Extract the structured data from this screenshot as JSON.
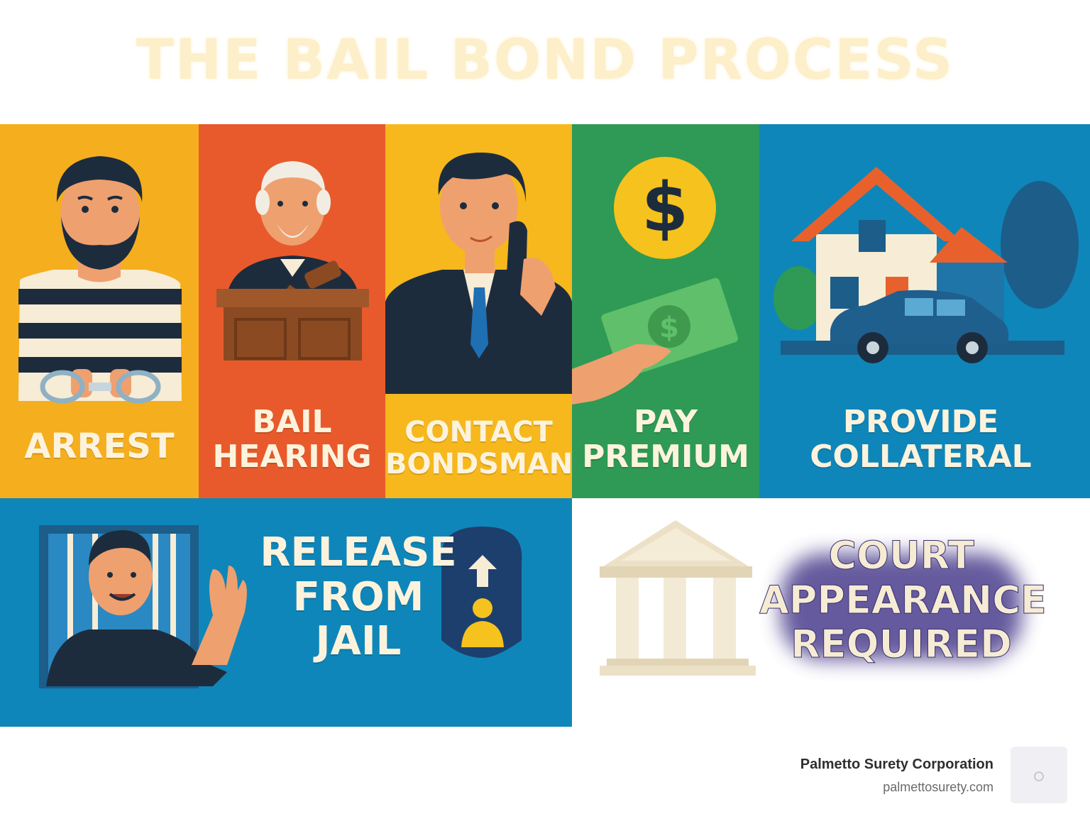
{
  "title": "THE BAIL BOND PROCESS",
  "colors": {
    "orange_yellow": "#f5ae1e",
    "red_orange": "#e85a2c",
    "yellow": "#f6b81d",
    "green": "#2e9a55",
    "blue": "#0f86b9",
    "cream": "#fdf3dd",
    "purple": "#4a3e8c"
  },
  "steps": [
    {
      "lines": [
        "ARREST"
      ],
      "icon": "handcuffed-prisoner-icon"
    },
    {
      "lines": [
        "BAIL",
        "HEARING"
      ],
      "icon": "judge-gavel-icon"
    },
    {
      "lines": [
        "CONTACT",
        "BONDSMAN"
      ],
      "icon": "bondsman-phone-icon"
    },
    {
      "lines": [
        "PAY",
        "PREMIUM"
      ],
      "icon": "dollar-cash-icon"
    },
    {
      "lines": [
        "PROVIDE",
        "COLLATERAL"
      ],
      "icon": "house-car-icon"
    },
    {
      "lines": [
        "RELEASE",
        "FROM",
        "JAIL"
      ],
      "icon": "released-man-icon"
    },
    {
      "lines": [
        "COURT",
        "APPEARANCE",
        "REQUIRED"
      ],
      "icon": "courthouse-icon"
    }
  ],
  "footer": {
    "company": "Palmetto Surety Corporation",
    "url": "palmettosurety.com"
  }
}
